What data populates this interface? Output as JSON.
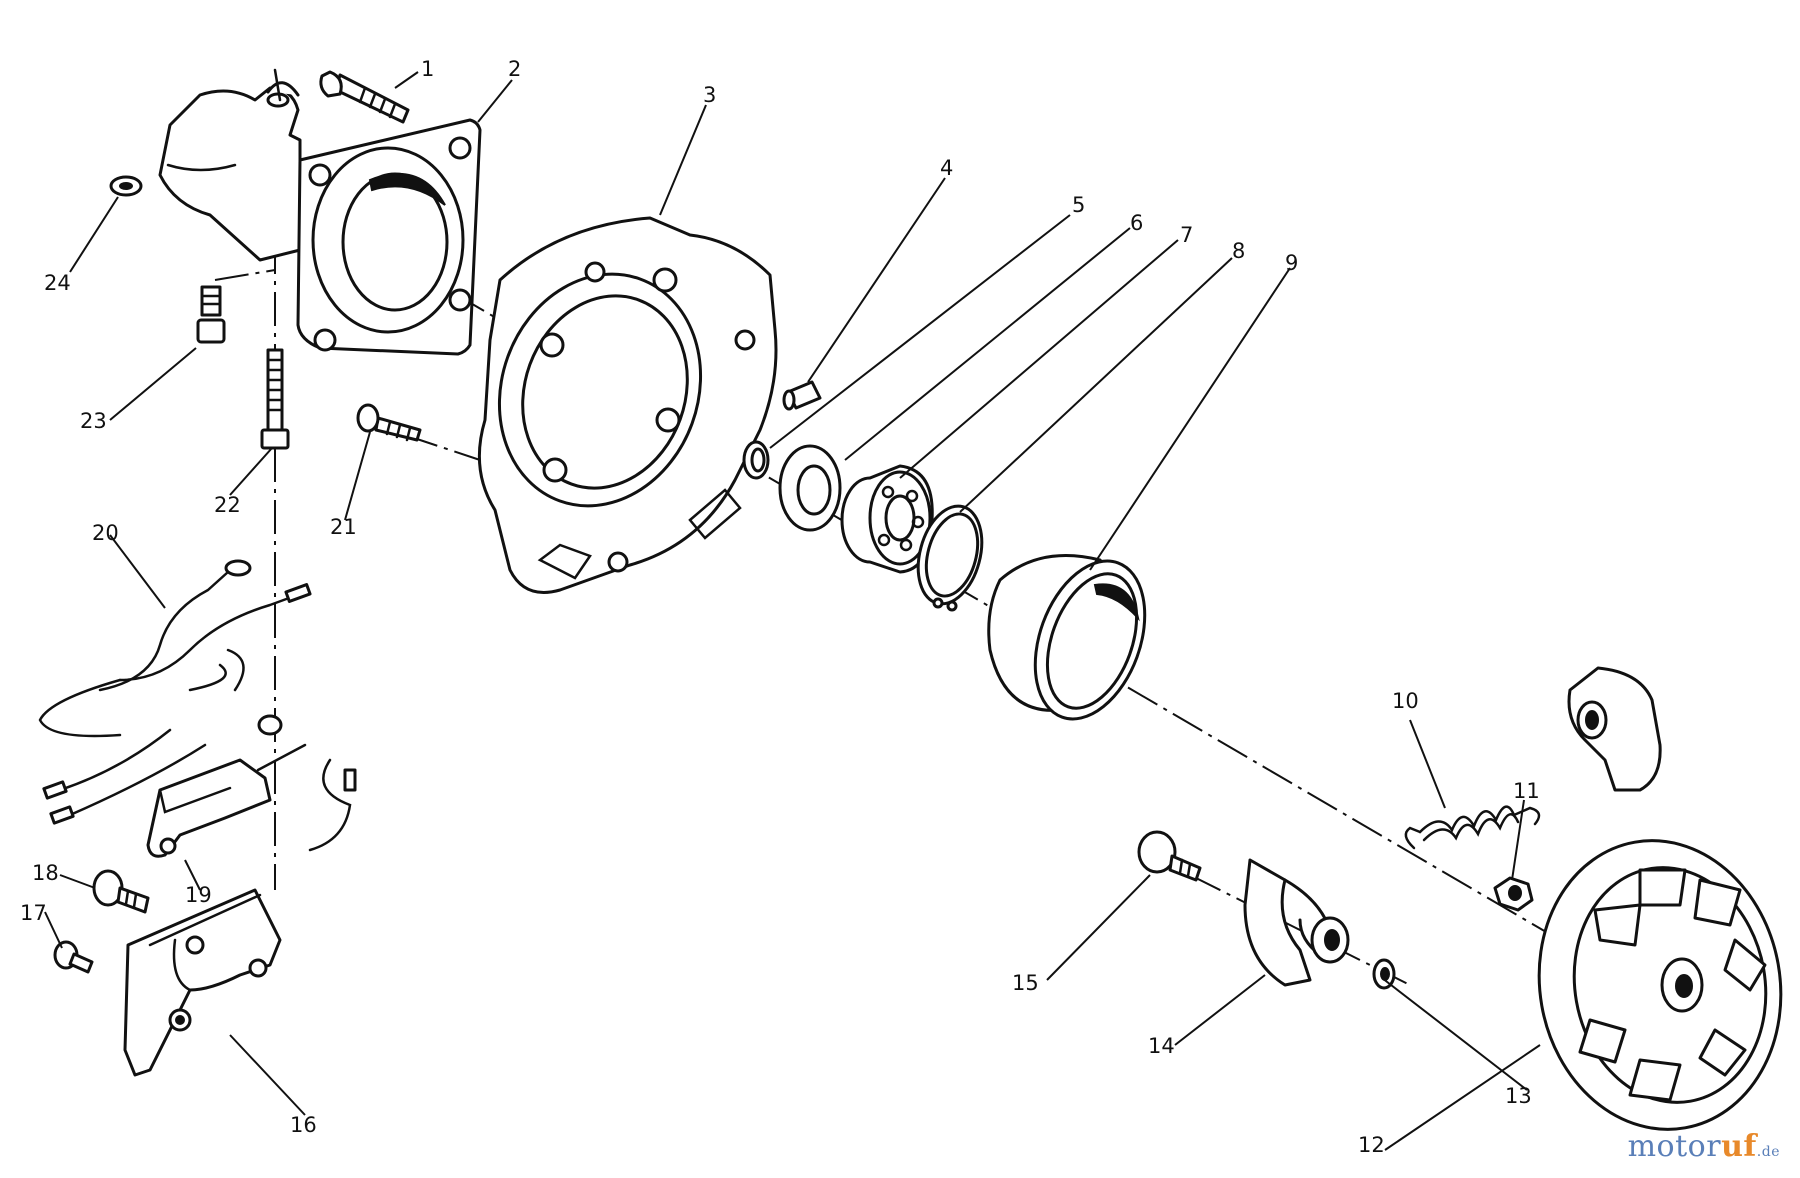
{
  "callouts": [
    "1",
    "2",
    "3",
    "4",
    "5",
    "6",
    "7",
    "8",
    "9",
    "10",
    "11",
    "12",
    "13",
    "14",
    "15",
    "16",
    "17",
    "18",
    "19",
    "20",
    "21",
    "22",
    "23",
    "24"
  ],
  "watermark": {
    "part1": "motor",
    "part2": "uf",
    "part3": ".de"
  }
}
